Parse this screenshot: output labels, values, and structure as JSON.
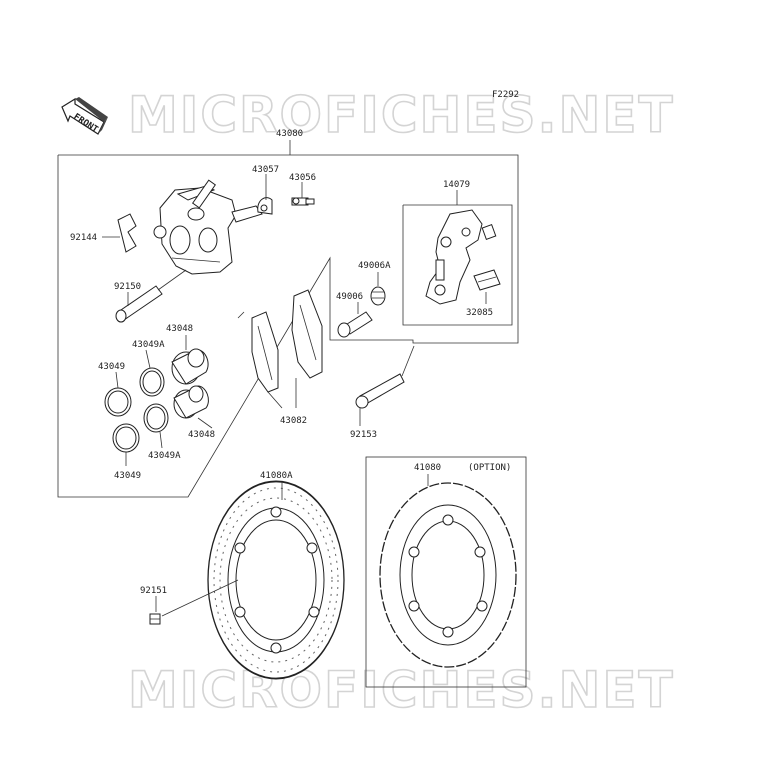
{
  "figure_code": "F2292",
  "front_label": "FRONT",
  "watermark_text": "MICROFICHES.NET",
  "option_label": "(OPTION)",
  "part_labels": {
    "p43080": "43080",
    "p43057": "43057",
    "p43056": "43056",
    "p14079": "14079",
    "p92144": "92144",
    "p92150": "92150",
    "p49006a": "49006A",
    "p49006": "49006",
    "p32085": "32085",
    "p43048_top": "43048",
    "p43049a_top": "43049A",
    "p43049_top": "43049",
    "p43048_bottom": "43048",
    "p43049a_bottom": "43049A",
    "p43049_bottom": "43049",
    "p43082": "43082",
    "p92153": "92153",
    "p41080a": "41080A",
    "p41080": "41080",
    "p92151": "92151"
  }
}
